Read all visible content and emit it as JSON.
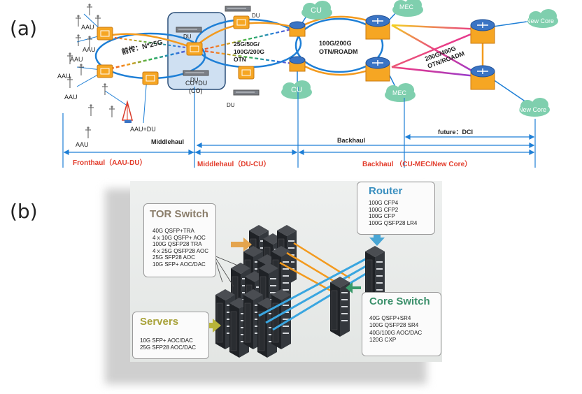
{
  "panel_a": {
    "label": "(a)",
    "aau_labels": [
      "AAU",
      "AAU",
      "AAU",
      "AAU",
      "AAU",
      "AAU"
    ],
    "aau_du_label": "AAU+DU",
    "du_labels": [
      "DU",
      "DU",
      "DU",
      "DU"
    ],
    "co_box": {
      "line1": "CU+DU",
      "line2": "(CO)"
    },
    "fronthaul_rate": "前传：N*25G",
    "middle_rates": [
      "25G/50G/",
      "100G/200G",
      "OTN"
    ],
    "backhaul_rates": [
      "100G/200G",
      "OTN/ROADM"
    ],
    "core_rates": [
      "200G/400G",
      "OTN/ROADM"
    ],
    "cu_labels": [
      "CU",
      "CU"
    ],
    "mec_labels": [
      "MEC",
      "MEC"
    ],
    "newcore_labels": [
      "New Core",
      "New Core"
    ],
    "spans": {
      "future": "future：DCI",
      "backhaul": "Backhaul",
      "middlehaul": "Middlehaul"
    },
    "segments": {
      "fronthaul": "Fronthaul（AAU-DU）",
      "middlehaul": "Middlehaul（DU-CU）",
      "backhaul": "Backhaul （CU-MEC/New Core）"
    }
  },
  "panel_b": {
    "label": "(b)",
    "tor": {
      "title": "TOR Switch",
      "items": [
        "40G QSFP+TRA",
        "4 x 10G QSFP+ AOC",
        "100G QSFP28 TRA",
        "4 x 25G QSFP28 AOC",
        "25G SFP28 AOC",
        "10G SFP+ AOC/DAC"
      ]
    },
    "router": {
      "title": "Router",
      "items": [
        "100G CFP4",
        "100G CFP2",
        "100G CFP",
        "100G QSFP28 LR4"
      ]
    },
    "core": {
      "title": "Core Switch",
      "items": [
        "40G QSFP+SR4",
        "100G QSFP28 SR4",
        "40G/100G AOC/DAC",
        "120G CXP"
      ]
    },
    "servers": {
      "title": "Servers",
      "items": [
        "10G SFP+ AOC/DAC",
        "25G SFP28 AOC/DAC"
      ]
    }
  },
  "colors": {
    "orange": "#f39a1e",
    "blue": "#1e7fd6",
    "red_text": "#e23b2a",
    "tor_title": "#8a7d6a",
    "router_title": "#3a8fbf",
    "core_title": "#3a8f6a",
    "servers_title": "#a8a23a"
  }
}
